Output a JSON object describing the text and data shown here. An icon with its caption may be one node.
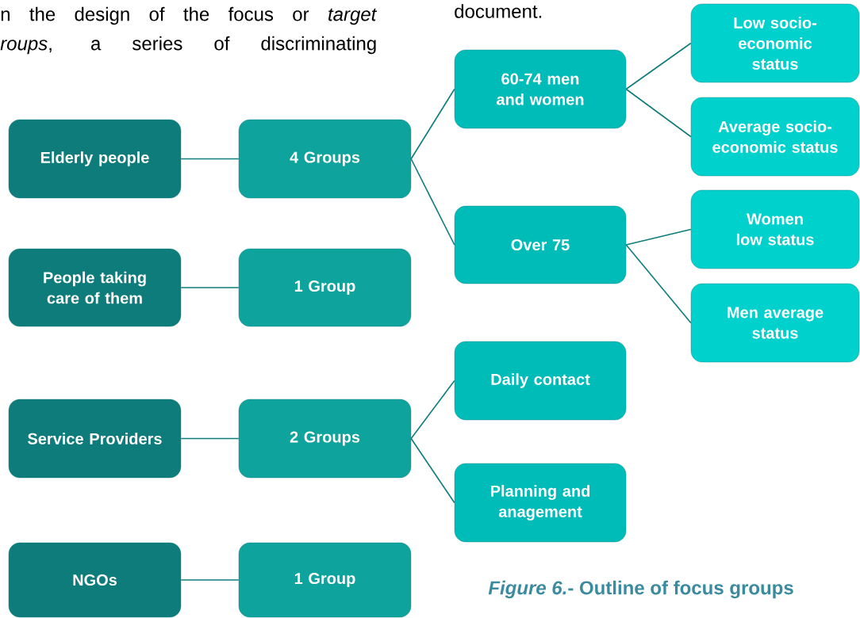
{
  "diagram": {
    "caption": "*Figure 6.*- Outline of focus groups",
    "nodes": [
      {
        "text": [
          "Elderly people"
        ]
      },
      {
        "text": [
          "People taking care of them"
        ]
      },
      {
        "text": [
          "Service Providers"
        ]
      },
      {
        "text": [
          "NGOs"
        ]
      },
      {
        "text": [
          "4 Groups"
        ]
      },
      {
        "text": [
          "1 Group"
        ]
      },
      {
        "text": [
          "2 Groups"
        ]
      },
      {
        "text": [
          "1 Group"
        ]
      },
      {
        "text": [
          "60-74 men and women"
        ]
      },
      {
        "text": [
          "Over 75"
        ]
      },
      {
        "text": [
          "Daily contact"
        ]
      },
      {
        "text": [
          "Planning and anagement"
        ]
      },
      {
        "text": [
          "Low socio-economic status"
        ]
      },
      {
        "text": [
          "Average socio-economic status"
        ]
      },
      {
        "text": [
          "Women low status"
        ]
      },
      {
        "text": [
          "Men average status"
        ]
      }
    ],
    "edges": [
      {
        "from": 0,
        "to": 4,
        "arrow": "none"
      },
      {
        "from": 1,
        "to": 5,
        "arrow": "none"
      },
      {
        "from": 2,
        "to": 6,
        "arrow": "none"
      },
      {
        "from": 3,
        "to": 7,
        "arrow": "none"
      },
      {
        "from": 4,
        "to": 8,
        "arrow": "none"
      },
      {
        "from": 4,
        "to": 9,
        "arrow": "none"
      },
      {
        "from": 6,
        "to": 10,
        "arrow": "none"
      },
      {
        "from": 6,
        "to": 11,
        "arrow": "none"
      },
      {
        "from": 8,
        "to": 12,
        "arrow": "none"
      },
      {
        "from": 8,
        "to": 13,
        "arrow": "none"
      },
      {
        "from": 9,
        "to": 14,
        "arrow": "none"
      },
      {
        "from": 9,
        "to": 15,
        "arrow": "none"
      }
    ],
    "labels": [
      "n the design of the focus or *target*",
      "*roups*, a series of discriminating",
      "document."
    ]
  }
}
